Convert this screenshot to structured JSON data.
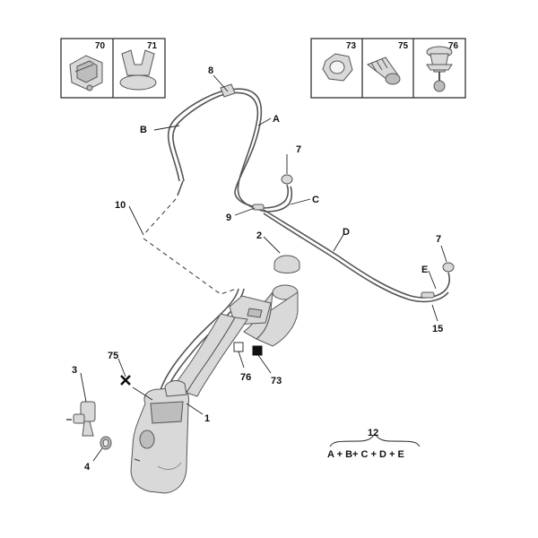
{
  "thumbnails": {
    "left": [
      {
        "label": "70"
      },
      {
        "label": "71"
      }
    ],
    "right": [
      {
        "label": "73"
      },
      {
        "label": "75"
      },
      {
        "label": "76"
      }
    ]
  },
  "labels": {
    "l8": "8",
    "lA": "A",
    "lB": "B",
    "l7a": "7",
    "lC": "C",
    "l10": "10",
    "l9": "9",
    "lD": "D",
    "l2": "2",
    "l7b": "7",
    "lE": "E",
    "l15": "15",
    "l75": "75",
    "l3": "3",
    "l76": "76",
    "l73": "73",
    "l1": "1",
    "l4": "4",
    "l12": "12"
  },
  "formula": "A + B+ C + D + E"
}
